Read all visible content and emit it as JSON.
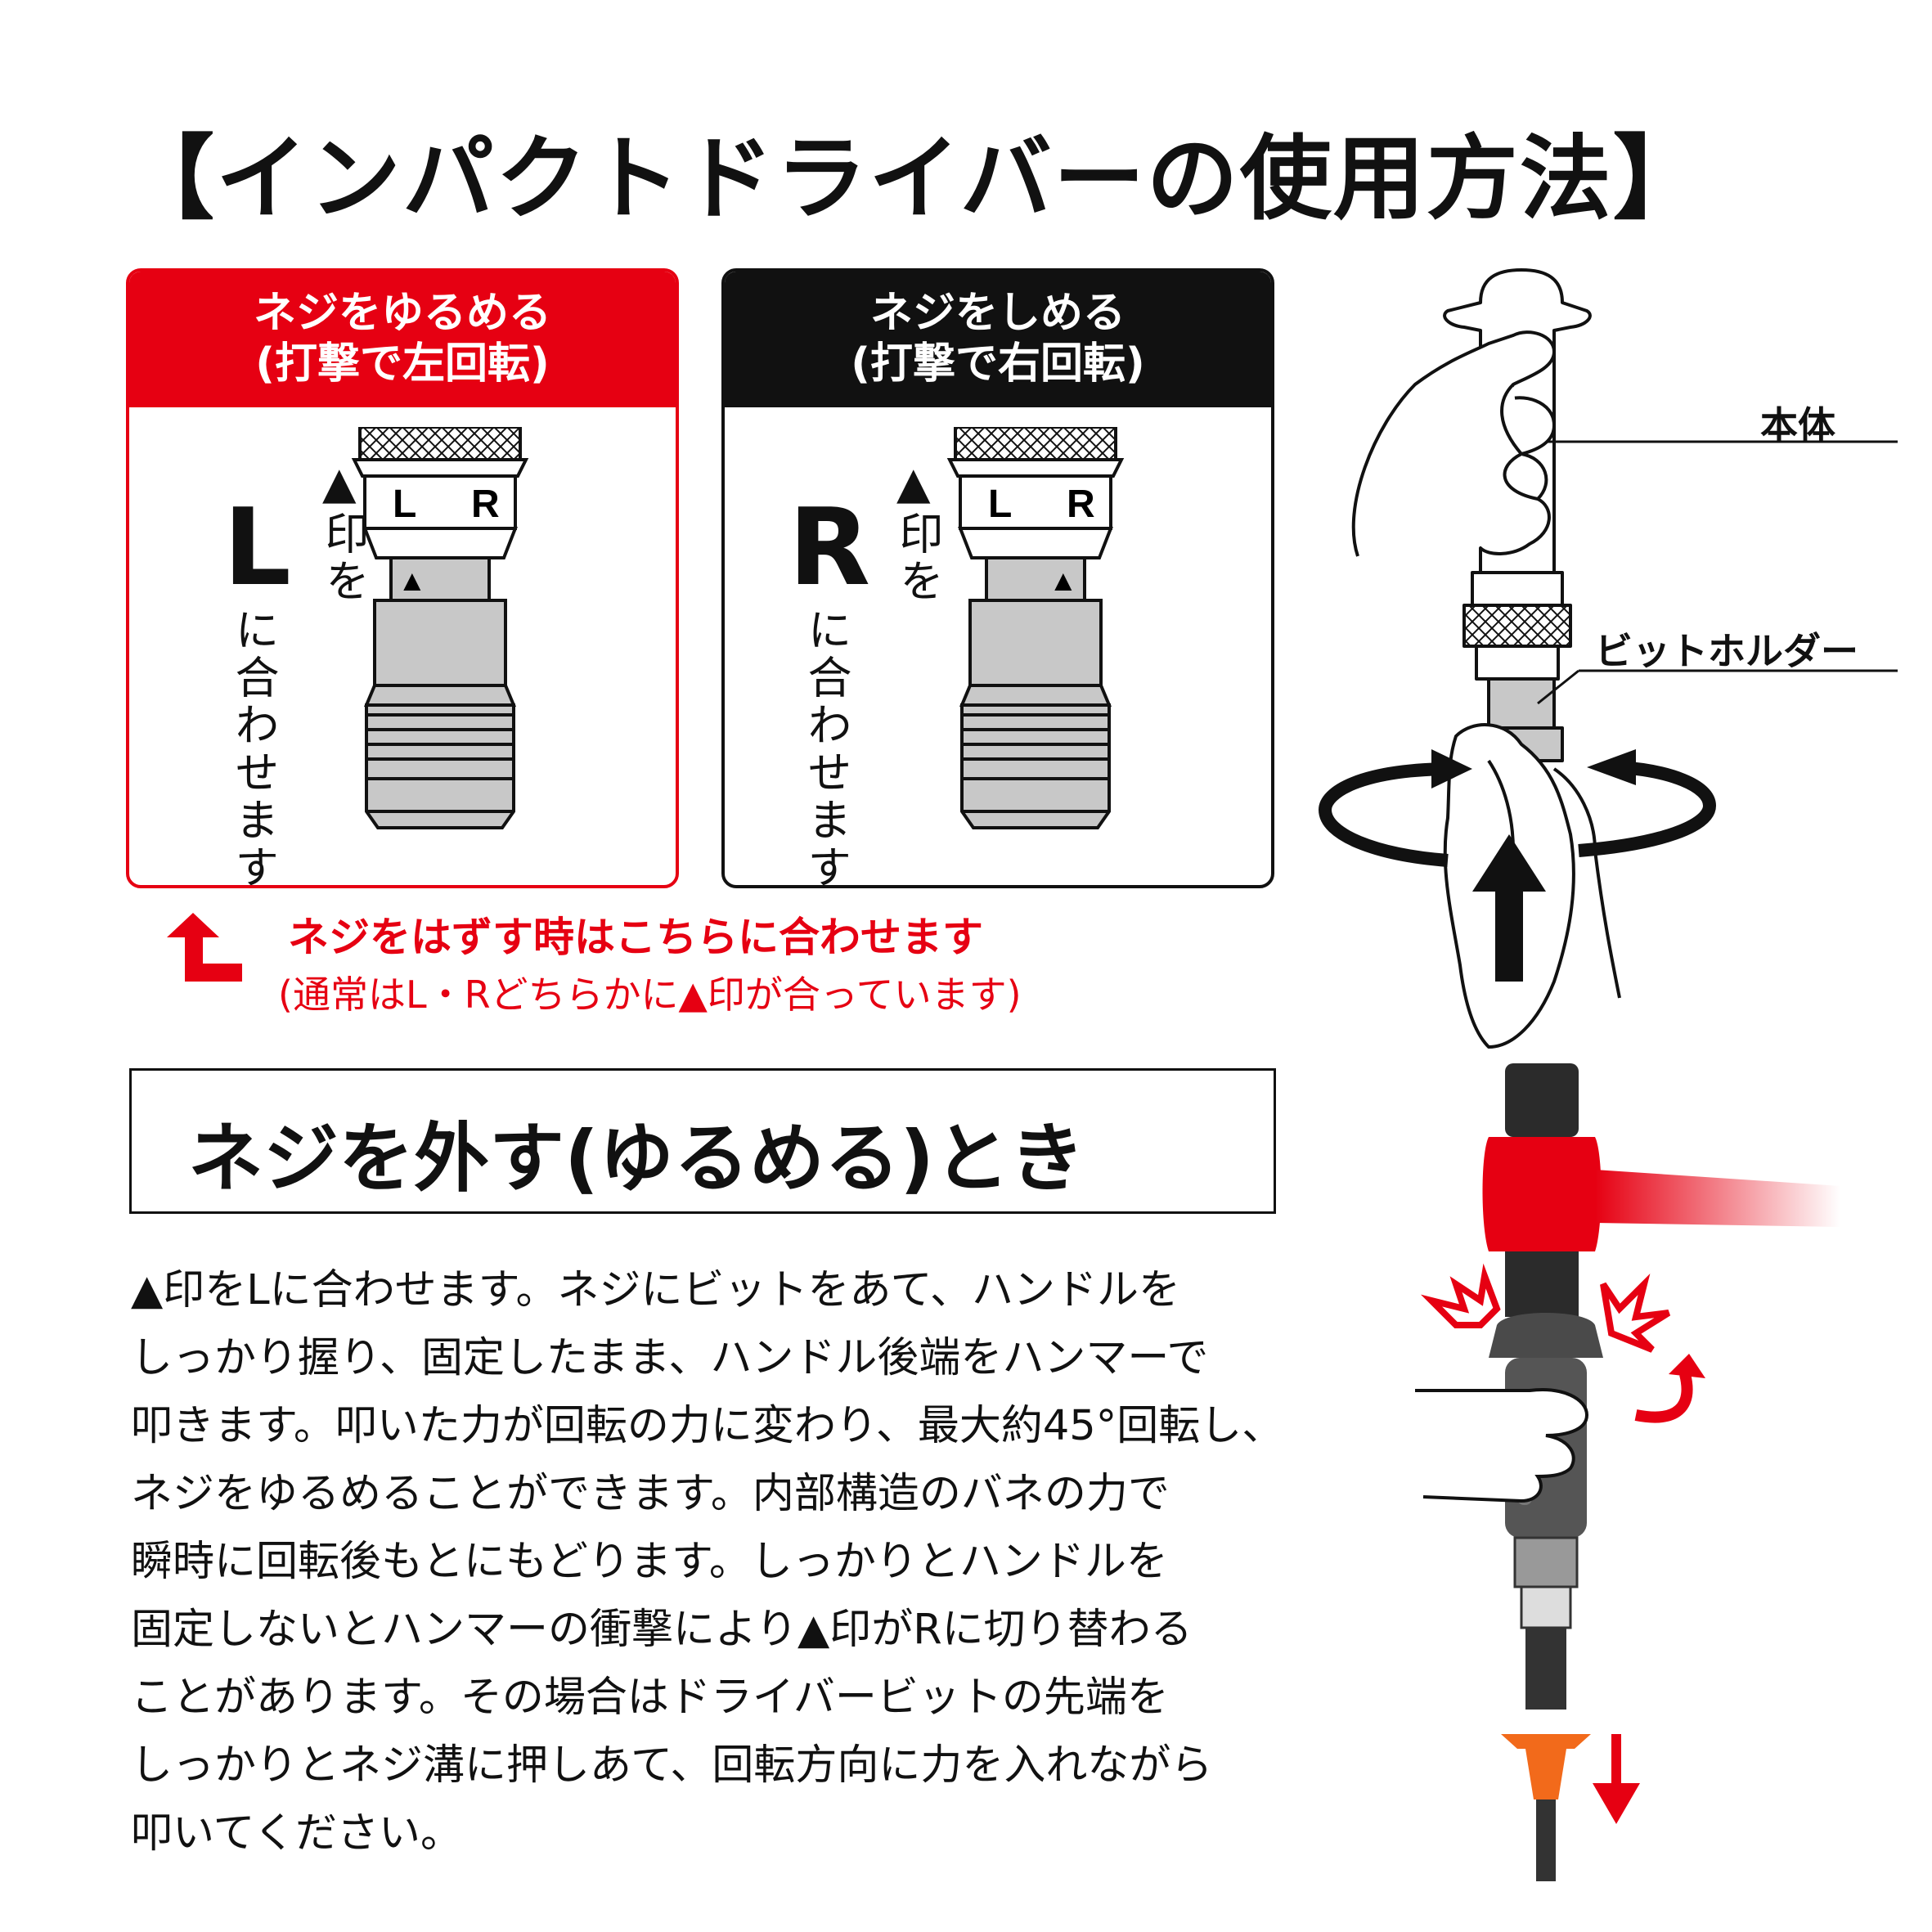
{
  "title": "【インパクトドライバーの使用方法】",
  "panels": {
    "loosen": {
      "heading_line1": "ネジをゆるめる",
      "heading_line2": "(打撃で左回転)",
      "letter": "L",
      "mark": "▲",
      "vertical_line1": "印を",
      "vertical_line2": "に合わせます",
      "diagram_left": "L",
      "diagram_right": "R",
      "diagram_mark": "▲"
    },
    "tighten": {
      "heading_line1": "ネジをしめる",
      "heading_line2": "(打撃で右回転)",
      "letter": "R",
      "mark": "▲",
      "vertical_line1": "印を",
      "vertical_line2": "に合わせます",
      "diagram_left": "L",
      "diagram_right": "R",
      "diagram_mark": "▲"
    }
  },
  "note": {
    "line1": "ネジをはずす時はこちらに合わせます",
    "line2": "(通常はL・Rどちらかに▲印が合っています)"
  },
  "illustration_top": {
    "label_body": "本体",
    "label_bit_holder": "ビットホルダー"
  },
  "section": {
    "title": "ネジを外す(ゆるめる)とき"
  },
  "body": {
    "lines": [
      "▲印をLに合わせます。ネジにビットをあて、ハンドルを",
      "しっかり握り、固定したまま、ハンドル後端をハンマーで",
      "叩きます。叩いた力が回転の力に変わり、最大約45°回転し、",
      "ネジをゆるめることができます。内部構造のバネの力で",
      "瞬時に回転後もとにもどります。しっかりとハンドルを",
      "固定しないとハンマーの衝撃により▲印がRに切り替わる",
      "ことがあります。その場合はドライバービットの先端を",
      "しっかりとネジ溝に押しあて、回転方向に力を入れながら",
      "叩いてください。"
    ]
  },
  "colors": {
    "accent_red": "#e60012",
    "dark": "#111111",
    "metal_gray": "#c8c8c8"
  }
}
